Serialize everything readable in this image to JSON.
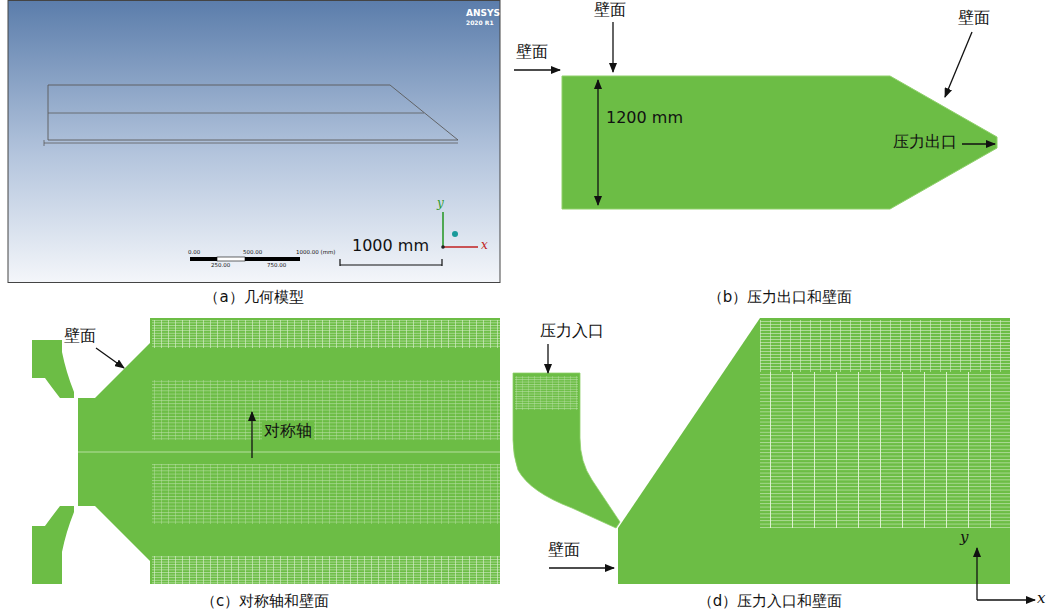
{
  "diagram": {
    "labels": [
      "ANSYS",
      "2020 R1",
      "0.00",
      "500.00",
      "1000.00 (mm)",
      "250.00",
      "750.00",
      "y",
      "x",
      "1000 mm",
      "（a）几何模型",
      "壁面",
      "壁面",
      "壁面",
      "1200 mm",
      "压力出口",
      "（b）压力出口和壁面",
      "壁面",
      "对称轴",
      "（c）对称轴和壁面",
      "压力入口",
      "壁面",
      "y",
      "x",
      "（d）压力入口和壁面"
    ]
  }
}
